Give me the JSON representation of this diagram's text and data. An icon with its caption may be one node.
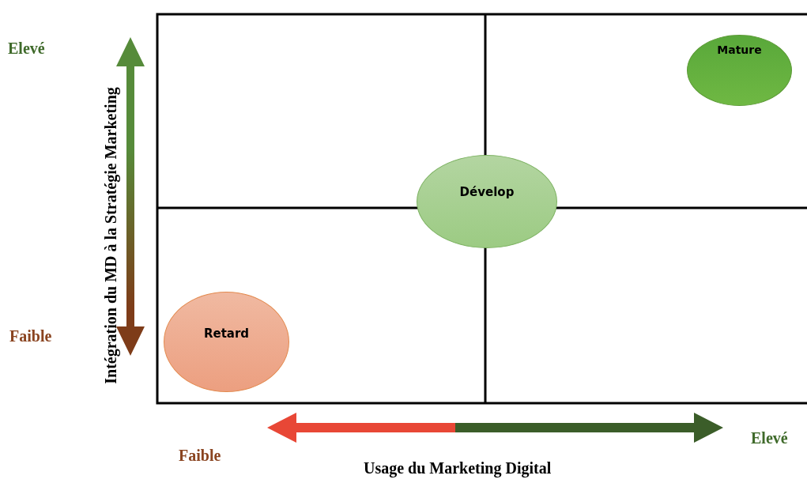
{
  "diagram": {
    "nodes": [
      {
        "text": [
          "Mature"
        ]
      },
      {
        "text": [
          "Dévelop"
        ]
      },
      {
        "text": [
          "Retard"
        ]
      }
    ],
    "labels": [
      "Elevé",
      "Intégration du MD à la Stratégie Marketing",
      "Faible",
      "Faible",
      "Usage du Marketing Digital",
      "Elevé"
    ]
  }
}
